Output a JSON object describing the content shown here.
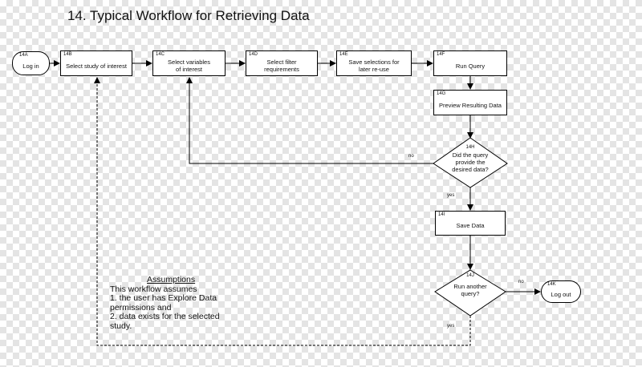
{
  "title": "14. Typical Workflow for Retrieving Data",
  "nodes": {
    "a": {
      "id": "14A",
      "text": "Log in"
    },
    "b": {
      "id": "14B",
      "text": "Select study of interest"
    },
    "c": {
      "id": "14C",
      "text": "Select variables of interest"
    },
    "d": {
      "id": "14D",
      "text": "Select filter requirements"
    },
    "e": {
      "id": "14E",
      "text": "Save selections for later re-use"
    },
    "f": {
      "id": "14F",
      "text": "Run Query"
    },
    "g": {
      "id": "14G",
      "text": "Preview Resulting Data"
    },
    "h": {
      "id": "14H",
      "text": "Did the query provide the desired data?"
    },
    "i": {
      "id": "14I",
      "text": "Save Data"
    },
    "j": {
      "id": "14J",
      "text": "Run another query?"
    },
    "k": {
      "id": "14K",
      "text": "Log out"
    }
  },
  "edge_labels": {
    "h_no": "no",
    "h_yes": "yes",
    "j_no": "no",
    "j_yes": "yes"
  },
  "assumptions": {
    "heading": "Assumptions",
    "line1": "This workflow assumes",
    "line2": "1. the user has Explore Data permissions and",
    "line3": "2. data exists for the selected study."
  }
}
